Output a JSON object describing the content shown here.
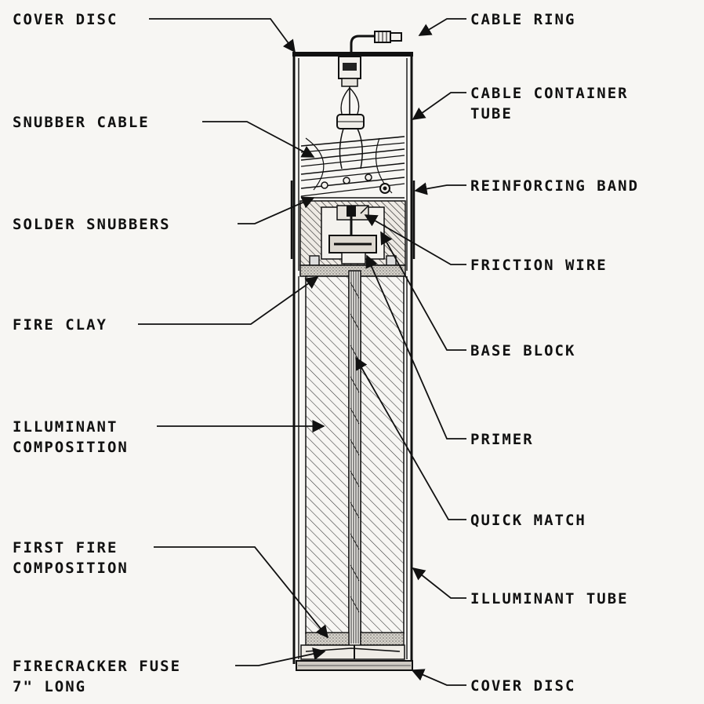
{
  "labels": {
    "cover_disc_top": "COVER DISC",
    "cable_ring": "CABLE RING",
    "cable_container_tube": "CABLE CONTAINER\nTUBE",
    "snubber_cable": "SNUBBER CABLE",
    "reinforcing_band": "REINFORCING BAND",
    "solder_snubbers": "SOLDER SNUBBERS",
    "friction_wire": "FRICTION WIRE",
    "fire_clay": "FIRE CLAY",
    "base_block": "BASE BLOCK",
    "illuminant_composition": "ILLUMINANT\nCOMPOSITION",
    "primer": "PRIMER",
    "quick_match": "QUICK MATCH",
    "first_fire_composition": "FIRST FIRE\nCOMPOSITION",
    "illuminant_tube": "ILLUMINANT TUBE",
    "firecracker_fuse": "FIRECRACKER FUSE\n7\" LONG",
    "cover_disc_bottom": "COVER DISC"
  },
  "colors": {
    "ink": "#111111",
    "paper": "#f7f6f3",
    "clay": "#c9c5bd"
  }
}
